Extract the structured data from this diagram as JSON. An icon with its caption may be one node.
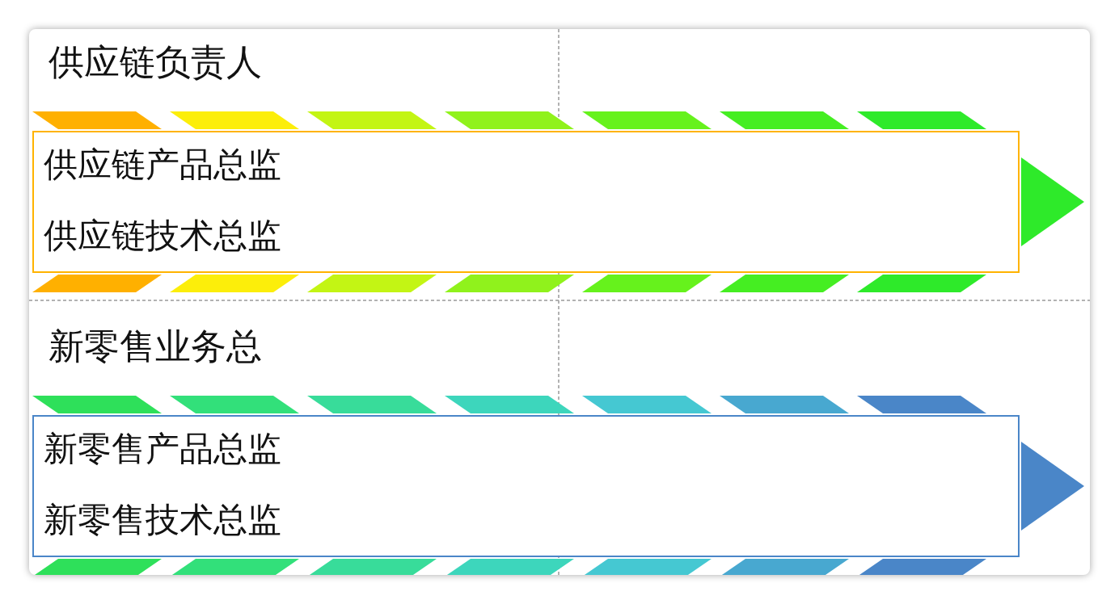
{
  "diagram": {
    "nodes": [
      {
        "text": [
          "供应链负责人",
          "供应链产品总监",
          "供应链技术总监"
        ]
      },
      {
        "text": [
          "新零售业务总",
          "新零售产品总监",
          "新零售技术总监"
        ]
      }
    ]
  }
}
